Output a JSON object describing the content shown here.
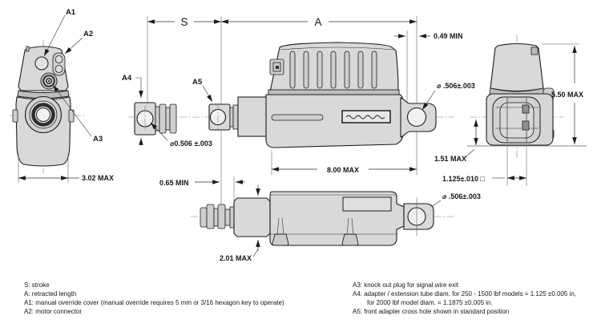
{
  "drawing": {
    "dims": {
      "stroke_letter": "S",
      "retracted_letter": "A",
      "min_049": "0.49 MIN",
      "max_550": "5.50 MAX",
      "max_151": "1.51 MAX",
      "sq_1125": "1.125±.010 □",
      "dia_506_top": "⌀ .506±.003",
      "dia_506_a4": "⌀0.506 ±.003",
      "dia_506_bottom": "⌀ .506±.003",
      "max_800": "8.00 MAX",
      "min_065": "0.65 MIN",
      "max_201": "2.01 MAX",
      "max_302": "3.02 MAX"
    },
    "callouts": {
      "a1": "A1",
      "a2": "A2",
      "a3": "A3",
      "a4": "A4",
      "a5": "A5"
    },
    "legend": {
      "left": [
        "S: stroke",
        "A: retracted length",
        "A1: manual override cover (manual override requires 5 mm or 3/16 hexagon key to operate)",
        "A2: motor connector"
      ],
      "right": [
        "A3: knock out plug for signal wire exit",
        "A4: adapter / extension tube  diam. for 250 - 1500 lbf models = 1.125 ±0.005 in,",
        "for 2000 lbf model diam. = 1.1875 ±0.005 in.",
        "A5: front adapter cross hole shown in standard position"
      ]
    },
    "colors": {
      "body_fill": "#d9d9d9",
      "body_shade": "#bfbfbf",
      "outline": "#1c1c1c",
      "background": "#ffffff"
    }
  }
}
